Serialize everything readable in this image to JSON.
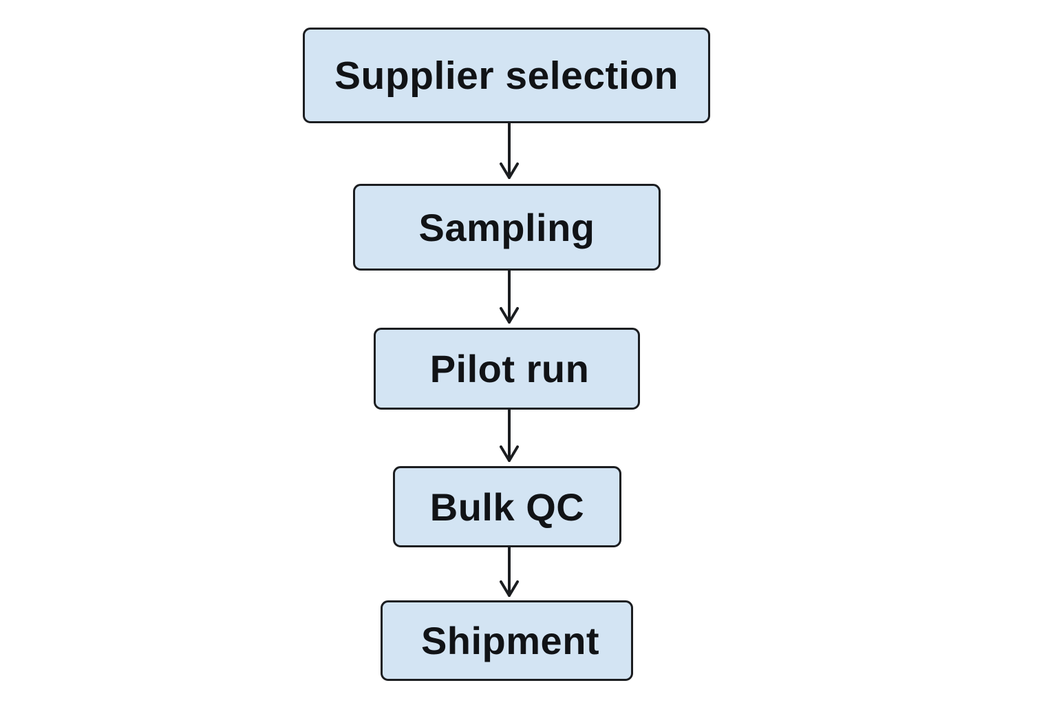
{
  "diagram": {
    "type": "vertical-flowchart",
    "colors": {
      "node_fill": "#d3e4f3",
      "node_border": "#1b1d20",
      "text": "#111316",
      "arrow": "#1b1d20",
      "background": "#ffffff"
    },
    "nodes": [
      {
        "id": "n0",
        "label": "Supplier selection"
      },
      {
        "id": "n1",
        "label": "Sampling"
      },
      {
        "id": "n2",
        "label": "Pilot run"
      },
      {
        "id": "n3",
        "label": "Bulk QC"
      },
      {
        "id": "n4",
        "label": "Shipment"
      }
    ],
    "edges": [
      {
        "from": "n0",
        "to": "n1"
      },
      {
        "from": "n1",
        "to": "n2"
      },
      {
        "from": "n2",
        "to": "n3"
      },
      {
        "from": "n3",
        "to": "n4"
      }
    ]
  }
}
